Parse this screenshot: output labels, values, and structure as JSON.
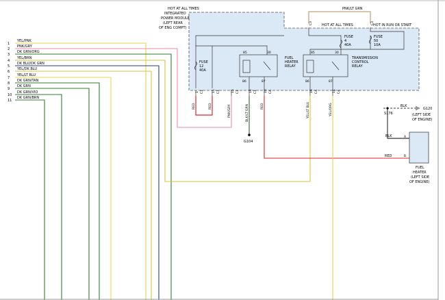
{
  "diagram": {
    "wire_list": [
      {
        "num": "1",
        "label": "YEL/PNK",
        "color": "#e2d44a"
      },
      {
        "num": "2",
        "label": "PNK/GRY",
        "color": "#f08aa8"
      },
      {
        "num": "3",
        "label": "DK GRN/ORG",
        "color": "#2f7d2f"
      },
      {
        "num": "4",
        "label": "YEL/BRN",
        "color": "#d9c23a"
      },
      {
        "num": "5",
        "label": "DK BLU/DK GRN",
        "color": "#1f3f9a"
      },
      {
        "num": "6",
        "label": "YEL/DK BLU",
        "color": "#d9c23a"
      },
      {
        "num": "7",
        "label": "YEL/LT BLU",
        "color": "#e6d84d"
      },
      {
        "num": "8",
        "label": "DK GRN/TAN",
        "color": "#2f7d2f"
      },
      {
        "num": "9",
        "label": "DK GRN",
        "color": "#2f7d2f"
      },
      {
        "num": "10",
        "label": "DK GRN/VIO",
        "color": "#2f7d2f"
      },
      {
        "num": "11",
        "label": "DK GRN/BRN",
        "color": "#2f7d2f"
      }
    ],
    "ipm": {
      "hot_at_all_times": "HOT AT ALL TIMES",
      "integrated": "INTEGRATED",
      "power_module": "POWER MODULE",
      "left_rear": "(LEFT REAR",
      "of_eng": "OF ENG COMPT)",
      "pnk_lt_grn": "PNK/LT GRN",
      "hot_at_all_times_2": "HOT AT ALL TIMES",
      "hot_in_run": "HOT IN RUN OR START",
      "fuse_left": "FUSE",
      "fuse_left_num": "12",
      "fuse_left_amp": "40A",
      "fuse_mid": "FUSE",
      "fuse_mid_num": "4",
      "fuse_mid_amp": "40A",
      "fuse_right": "FUSE",
      "fuse_right_num": "50",
      "fuse_right_amp": "10A",
      "fh_relay_1": "FUEL",
      "fh_relay_2": "HEATER",
      "fh_relay_3": "RELAY",
      "tc_relay_1": "TRANSMISSION",
      "tc_relay_2": "CONTROL",
      "tc_relay_3": "RELAY",
      "pin_85a": "85",
      "pin_30a": "30",
      "pin_86a": "86",
      "pin_87a": "87",
      "pin_85b": "85",
      "pin_30b": "30",
      "pin_86b": "86",
      "pin_87b": "87",
      "c_top_left": "C3",
      "c_top_right": "C3",
      "c_top_right2": "C1"
    },
    "connectors": [
      {
        "pin": "1",
        "conn": "C1"
      },
      {
        "pin": "11",
        "conn": "C1"
      },
      {
        "pin": "15",
        "conn": "C1"
      },
      {
        "pin": "14",
        "conn": "C1"
      },
      {
        "pin": "10",
        "conn": "C4"
      },
      {
        "pin": "16",
        "conn": "C4"
      },
      {
        "pin": "14",
        "conn": "C4"
      }
    ],
    "wire_colors": {
      "red_a": "RED",
      "red_b": "RED",
      "pnk_gry": "PNK/GRY",
      "blk_lt_grn": "BLK/LT GRN",
      "red_c": "RED",
      "yel_lt_blu": "YEL/LT BLU",
      "yel_org": "YEL/ORG",
      "blk_top": "BLK",
      "blk_a": "BLK",
      "red_b2": "RED"
    },
    "grounds": {
      "g104": "G104",
      "s176": "S176",
      "g120": "G120",
      "g120_desc_1": "(LEFT SIDE",
      "g120_desc_2": "OF ENGINE)"
    },
    "fuel_heater": {
      "pin_a": "A",
      "pin_b": "B",
      "label_1": "FUEL",
      "label_2": "HEATER",
      "label_3": "(LEFT SIDE",
      "label_4": "OF ENGINE)"
    },
    "colors": {
      "module_fill": "#dbe8f5",
      "red": "#e0242a",
      "pink": "#f08aa8",
      "yellow": "#e2d44a",
      "dk_green": "#2f7d2f",
      "dk_blue": "#1f3f9a",
      "tan": "#b88a5a",
      "black": "#000000",
      "grey": "#555555"
    }
  }
}
